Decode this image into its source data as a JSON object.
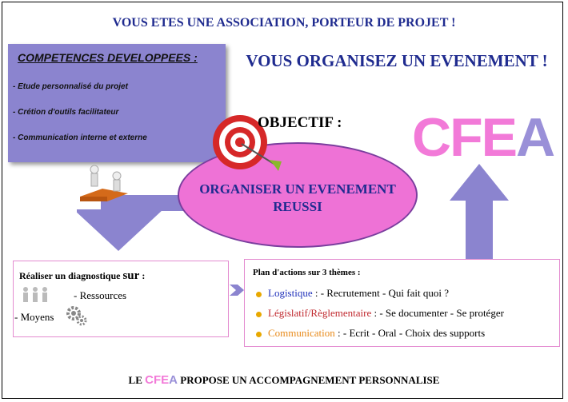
{
  "header": {
    "title": "VOUS ETES UNE ASSOCIATION, PORTEUR DE PROJET !"
  },
  "competences": {
    "title": "COMPETENCES DEVELOPPEES :",
    "items": [
      "- Etude personnalisé du projet",
      "- Crétion d'outils facilitateur",
      "- Communication interne et externe"
    ]
  },
  "event": {
    "title": "VOUS ORGANISEZ UN EVENEMENT !"
  },
  "objectif": {
    "label": "OBJECTIF :",
    "line1": "ORGANISER UN EVENEMENT",
    "line2": "REUSSI"
  },
  "logo": {
    "c": "C",
    "f": "F",
    "e": "E",
    "a": "A"
  },
  "diagnostic": {
    "title_prefix": "Réaliser un diagnostique ",
    "title_sur": "sur",
    "title_suffix": " :",
    "ressources": "- Ressources",
    "moyens": "- Moyens"
  },
  "plan": {
    "title": "Plan d'actions sur 3 thèmes :",
    "items": [
      {
        "theme": "Logistique",
        "rest": " : - Recrutement - Qui fait quoi ?"
      },
      {
        "theme": "Législatif/Règlementaire",
        "rest": " : - Se documenter - Se protéger"
      },
      {
        "theme": "Communication",
        "rest": " : - Ecrit - Oral - Choix des supports"
      }
    ]
  },
  "footer": {
    "prefix": "LE ",
    "brand_c": "C",
    "brand_f": "F",
    "brand_e": "E",
    "brand_a": "A",
    "suffix": " PROPOSE UN ACCOMPAGNEMENT PERSONNALISE"
  },
  "colors": {
    "navy": "#1f2b8f",
    "pink": "#ee72d6",
    "violet": "#8b84cf",
    "logistique": "#2233bb",
    "legislatif": "#c0282e",
    "communication": "#e88a1a",
    "bullet": "#e8a800"
  },
  "icons": [
    "target-icon",
    "teamwork-figures-icon",
    "people-icon",
    "gears-icon",
    "arrow-down",
    "arrow-up",
    "arrow-right"
  ]
}
